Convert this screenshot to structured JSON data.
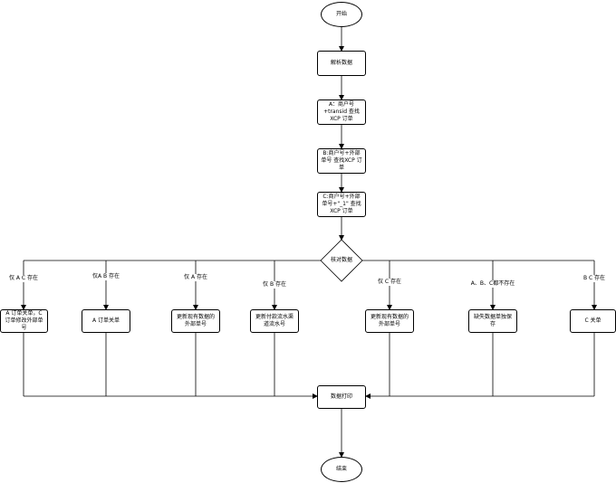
{
  "nodes": {
    "start": "开始",
    "parse": "解析数据",
    "step_a": "A：商户号+transid 查找XCP 订单",
    "step_b": "B:商户号+外部单号 查找XCP 订单",
    "step_c": "C:商户号+外部单号+\"_1\" 查找XCP 订单",
    "decision": "核对数据",
    "case1": "A 订单关单，C 订单修改外部单号",
    "case2": "A 订单关单",
    "case3": "更新现有数据的外部单号",
    "case4": "更新付款流水渠道流水号",
    "case5": "更新现有数据的外部单号",
    "case6": "缺失数据单独保存",
    "case7": "C 关单",
    "print": "数据打印",
    "end": "结束"
  },
  "branch_labels": {
    "b1": "仅 A C 存在",
    "b2": "仅A B 存在",
    "b3": "仅 A 存在",
    "b4": "仅 B 存在",
    "b5": "仅 C 存在",
    "b6": "A、B、C都不存在",
    "b7": "B C 存在"
  },
  "colors": {
    "line": "#000000",
    "fill": "#ffffff"
  }
}
